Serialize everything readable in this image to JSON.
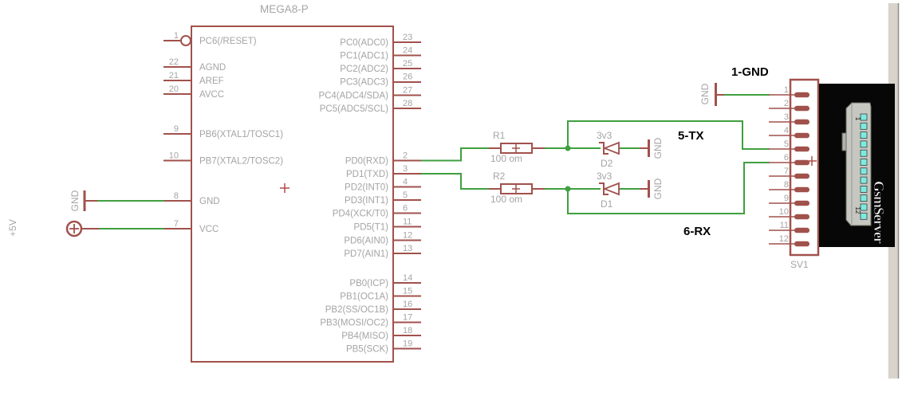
{
  "schematic": {
    "chip": {
      "title": "MEGA8-P",
      "left_pins": [
        {
          "num": "1",
          "label": "PC6(/RESET)"
        },
        {
          "num": "22",
          "label": "AGND"
        },
        {
          "num": "21",
          "label": "AREF"
        },
        {
          "num": "20",
          "label": "AVCC"
        },
        {
          "num": "9",
          "label": "PB6(XTAL1/TOSC1)"
        },
        {
          "num": "10",
          "label": "PB7(XTAL2/TOSC2)"
        },
        {
          "num": "8",
          "label": "GND"
        },
        {
          "num": "7",
          "label": "VCC"
        }
      ],
      "right_pins": [
        {
          "num": "23",
          "label": "PC0(ADC0)"
        },
        {
          "num": "24",
          "label": "PC1(ADC1)"
        },
        {
          "num": "25",
          "label": "PC2(ADC2)"
        },
        {
          "num": "26",
          "label": "PC3(ADC3)"
        },
        {
          "num": "27",
          "label": "PC4(ADC4/SDA)"
        },
        {
          "num": "28",
          "label": "PC5(ADC5/SCL)"
        },
        {
          "num": "2",
          "label": "PD0(RXD)"
        },
        {
          "num": "3",
          "label": "PD1(TXD)"
        },
        {
          "num": "4",
          "label": "PD2(INT0)"
        },
        {
          "num": "5",
          "label": "PD3(INT1)"
        },
        {
          "num": "6",
          "label": "PD4(XCK/T0)"
        },
        {
          "num": "11",
          "label": "PD5(T1)"
        },
        {
          "num": "12",
          "label": "PD6(AIN0)"
        },
        {
          "num": "13",
          "label": "PD7(AIN1)"
        },
        {
          "num": "14",
          "label": "PB0(ICP)"
        },
        {
          "num": "15",
          "label": "PB1(OC1A)"
        },
        {
          "num": "16",
          "label": "PB2(SS/OC1B)"
        },
        {
          "num": "17",
          "label": "PB3(MOSI/OC2)"
        },
        {
          "num": "18",
          "label": "PB4(MISO)"
        },
        {
          "num": "19",
          "label": "PB5(SCK)"
        }
      ]
    },
    "resistors": [
      {
        "name": "R1",
        "value": "100 om"
      },
      {
        "name": "R2",
        "value": "100 om"
      }
    ],
    "diodes": [
      {
        "name": "D2",
        "value": "3v3"
      },
      {
        "name": "D1",
        "value": "3v3"
      }
    ],
    "gnd_label": "GND",
    "supply_label": "+5V",
    "net_labels": {
      "pin1": "1-GND",
      "pin5": "5-TX",
      "pin6": "6-RX"
    },
    "connector": {
      "name": "SV1",
      "pins": [
        "1",
        "2",
        "3",
        "4",
        "5",
        "6",
        "7",
        "8",
        "9",
        "10",
        "11",
        "12"
      ]
    },
    "photo": {
      "pin_first": "1",
      "pin_last": "12",
      "watermark": "GsmServer"
    },
    "colors": {
      "symbol": "#a1514c",
      "wire": "#3fa03f",
      "gray_text": "#a4a4a4",
      "black_text": "#000000"
    }
  }
}
